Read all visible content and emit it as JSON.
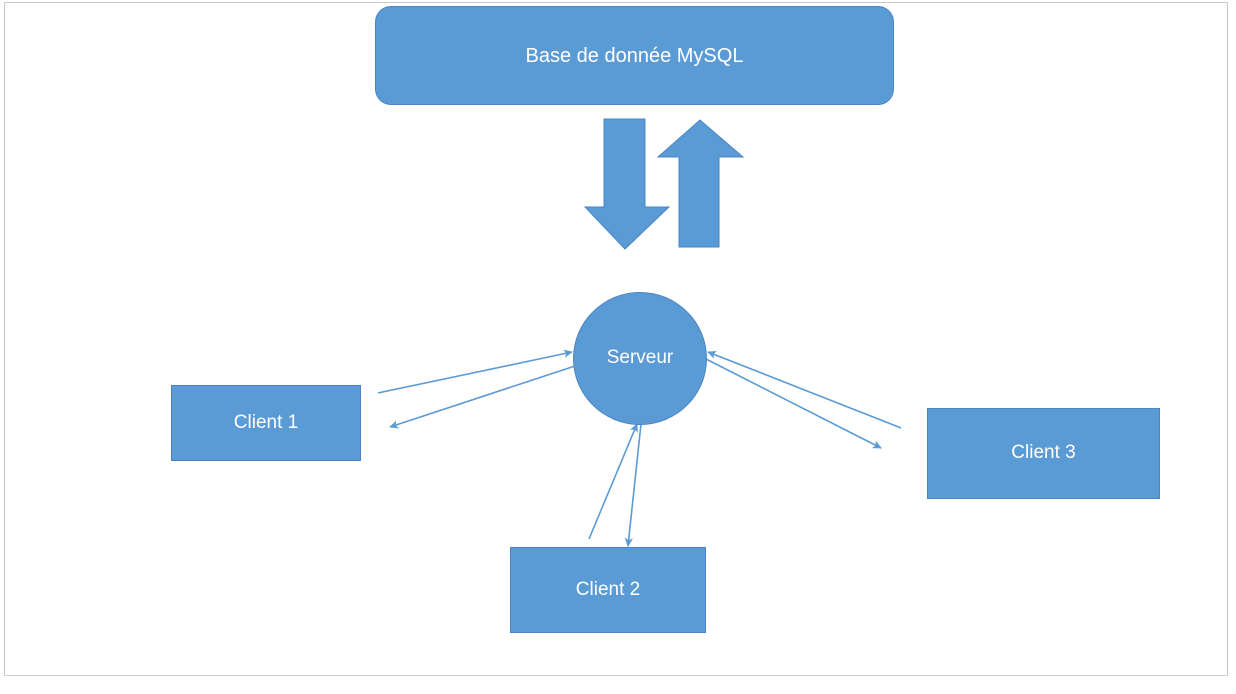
{
  "diagram": {
    "title_text": "Base de donnée MySQL",
    "background_color": "#ffffff",
    "frame_border_color": "#c9c9c9",
    "shape_fill_color": "#5b9bd5",
    "shape_border_color": "#4a86c4",
    "connector_color": "#5b9bd5",
    "label_text_color": "#ffffff"
  },
  "nodes": {
    "database": {
      "label": "Base de donnée MySQL",
      "shape": "rounded-rectangle"
    },
    "server": {
      "label": "Serveur",
      "shape": "ellipse"
    },
    "client1": {
      "label": "Client 1",
      "shape": "rectangle"
    },
    "client2": {
      "label": "Client 2",
      "shape": "rectangle"
    },
    "client3": {
      "label": "Client 3",
      "shape": "rectangle"
    }
  },
  "block_arrows": [
    {
      "name": "server-to-database-down",
      "direction": "down"
    },
    {
      "name": "database-to-server-up",
      "direction": "up"
    }
  ],
  "connectors": [
    {
      "name": "client1-to-server",
      "from": "client1",
      "to": "server",
      "direction": "to-server"
    },
    {
      "name": "server-to-client1",
      "from": "server",
      "to": "client1",
      "direction": "from-server"
    },
    {
      "name": "client2-to-server",
      "from": "client2",
      "to": "server",
      "direction": "to-server"
    },
    {
      "name": "server-to-client2",
      "from": "server",
      "to": "client2",
      "direction": "from-server"
    },
    {
      "name": "client3-to-server",
      "from": "client3",
      "to": "server",
      "direction": "to-server"
    },
    {
      "name": "server-to-client3",
      "from": "server",
      "to": "client3",
      "direction": "from-server"
    }
  ]
}
